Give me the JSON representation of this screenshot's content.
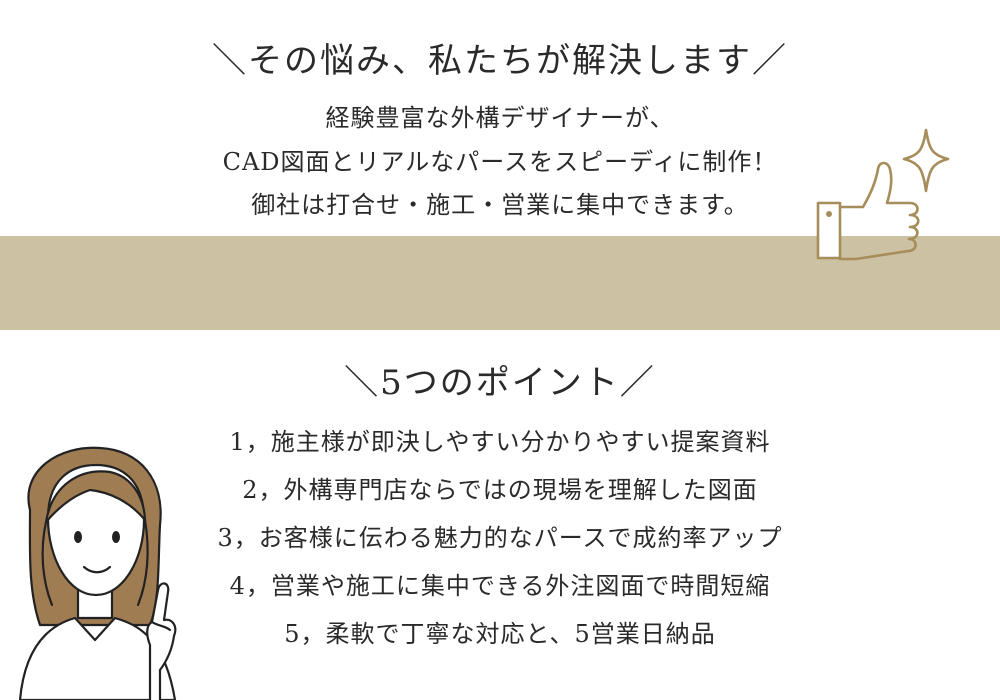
{
  "header": {
    "title": "＼その悩み、私たちが解決します／",
    "lines": [
      "経験豊富な外構デザイナーが、",
      "CAD図面とリアルなパースをスピーディに制作！",
      "御社は打合せ・施工・営業に集中できます。"
    ]
  },
  "points": {
    "title": "＼5つのポイント／",
    "items": [
      "1，施主様が即決しやすい分かりやすい提案資料",
      "2，外構専門店ならではの現場を理解した図面",
      "3，お客様に伝わる魅力的なパースで成約率アップ",
      "4，営業や施工に集中できる外注図面で時間短縮",
      "5，柔軟で丁寧な対応と、5営業日納品"
    ]
  },
  "colors": {
    "band": "#cdc1a3",
    "accent": "#a68d5a",
    "hair": "#a07c53",
    "text": "#2a2a2a"
  },
  "icons": {
    "thumbs": "thumbs-up-icon",
    "sparkle": "sparkle-icon",
    "person": "woman-pointing-illustration"
  }
}
